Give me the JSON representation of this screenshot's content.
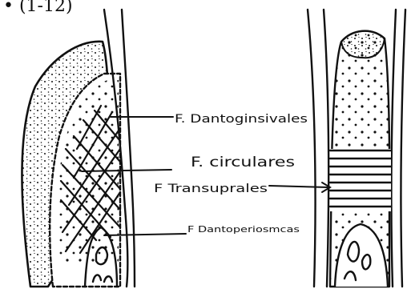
{
  "header": {
    "partial_text": "• (1-12)"
  },
  "labels": {
    "dentogingivales": "F. Dantoginsivales",
    "circulares": "F. circulares",
    "transeptales": "F Transuprales",
    "dentoperiosticas": "F Dantoperiosmcas"
  },
  "colors": {
    "ink": "#111111",
    "paper": "#ffffff"
  }
}
